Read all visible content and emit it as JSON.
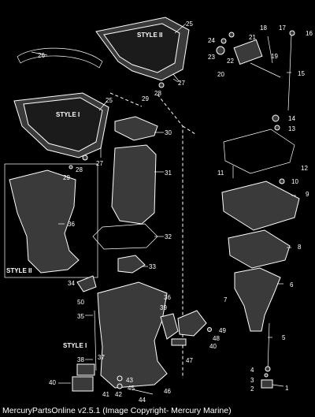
{
  "style_labels": {
    "style_ii": "STYLE II",
    "style_i": "STYLE I"
  },
  "callouts": [
    "1",
    "2",
    "3",
    "4",
    "5",
    "6",
    "7",
    "8",
    "9",
    "10",
    "11",
    "12",
    "13",
    "14",
    "15",
    "16",
    "17",
    "18",
    "19",
    "20",
    "21",
    "22",
    "23",
    "24",
    "25",
    "26",
    "27",
    "28",
    "29",
    "30",
    "31",
    "32",
    "33",
    "34",
    "35",
    "36",
    "37",
    "38",
    "39",
    "40",
    "41",
    "42",
    "43",
    "44",
    "45",
    "46",
    "47",
    "48",
    "49",
    "50"
  ],
  "footer": {
    "caption": "MercuryPartsOnline v2.5.1 (Image Copyright- Mercury Marine)"
  }
}
